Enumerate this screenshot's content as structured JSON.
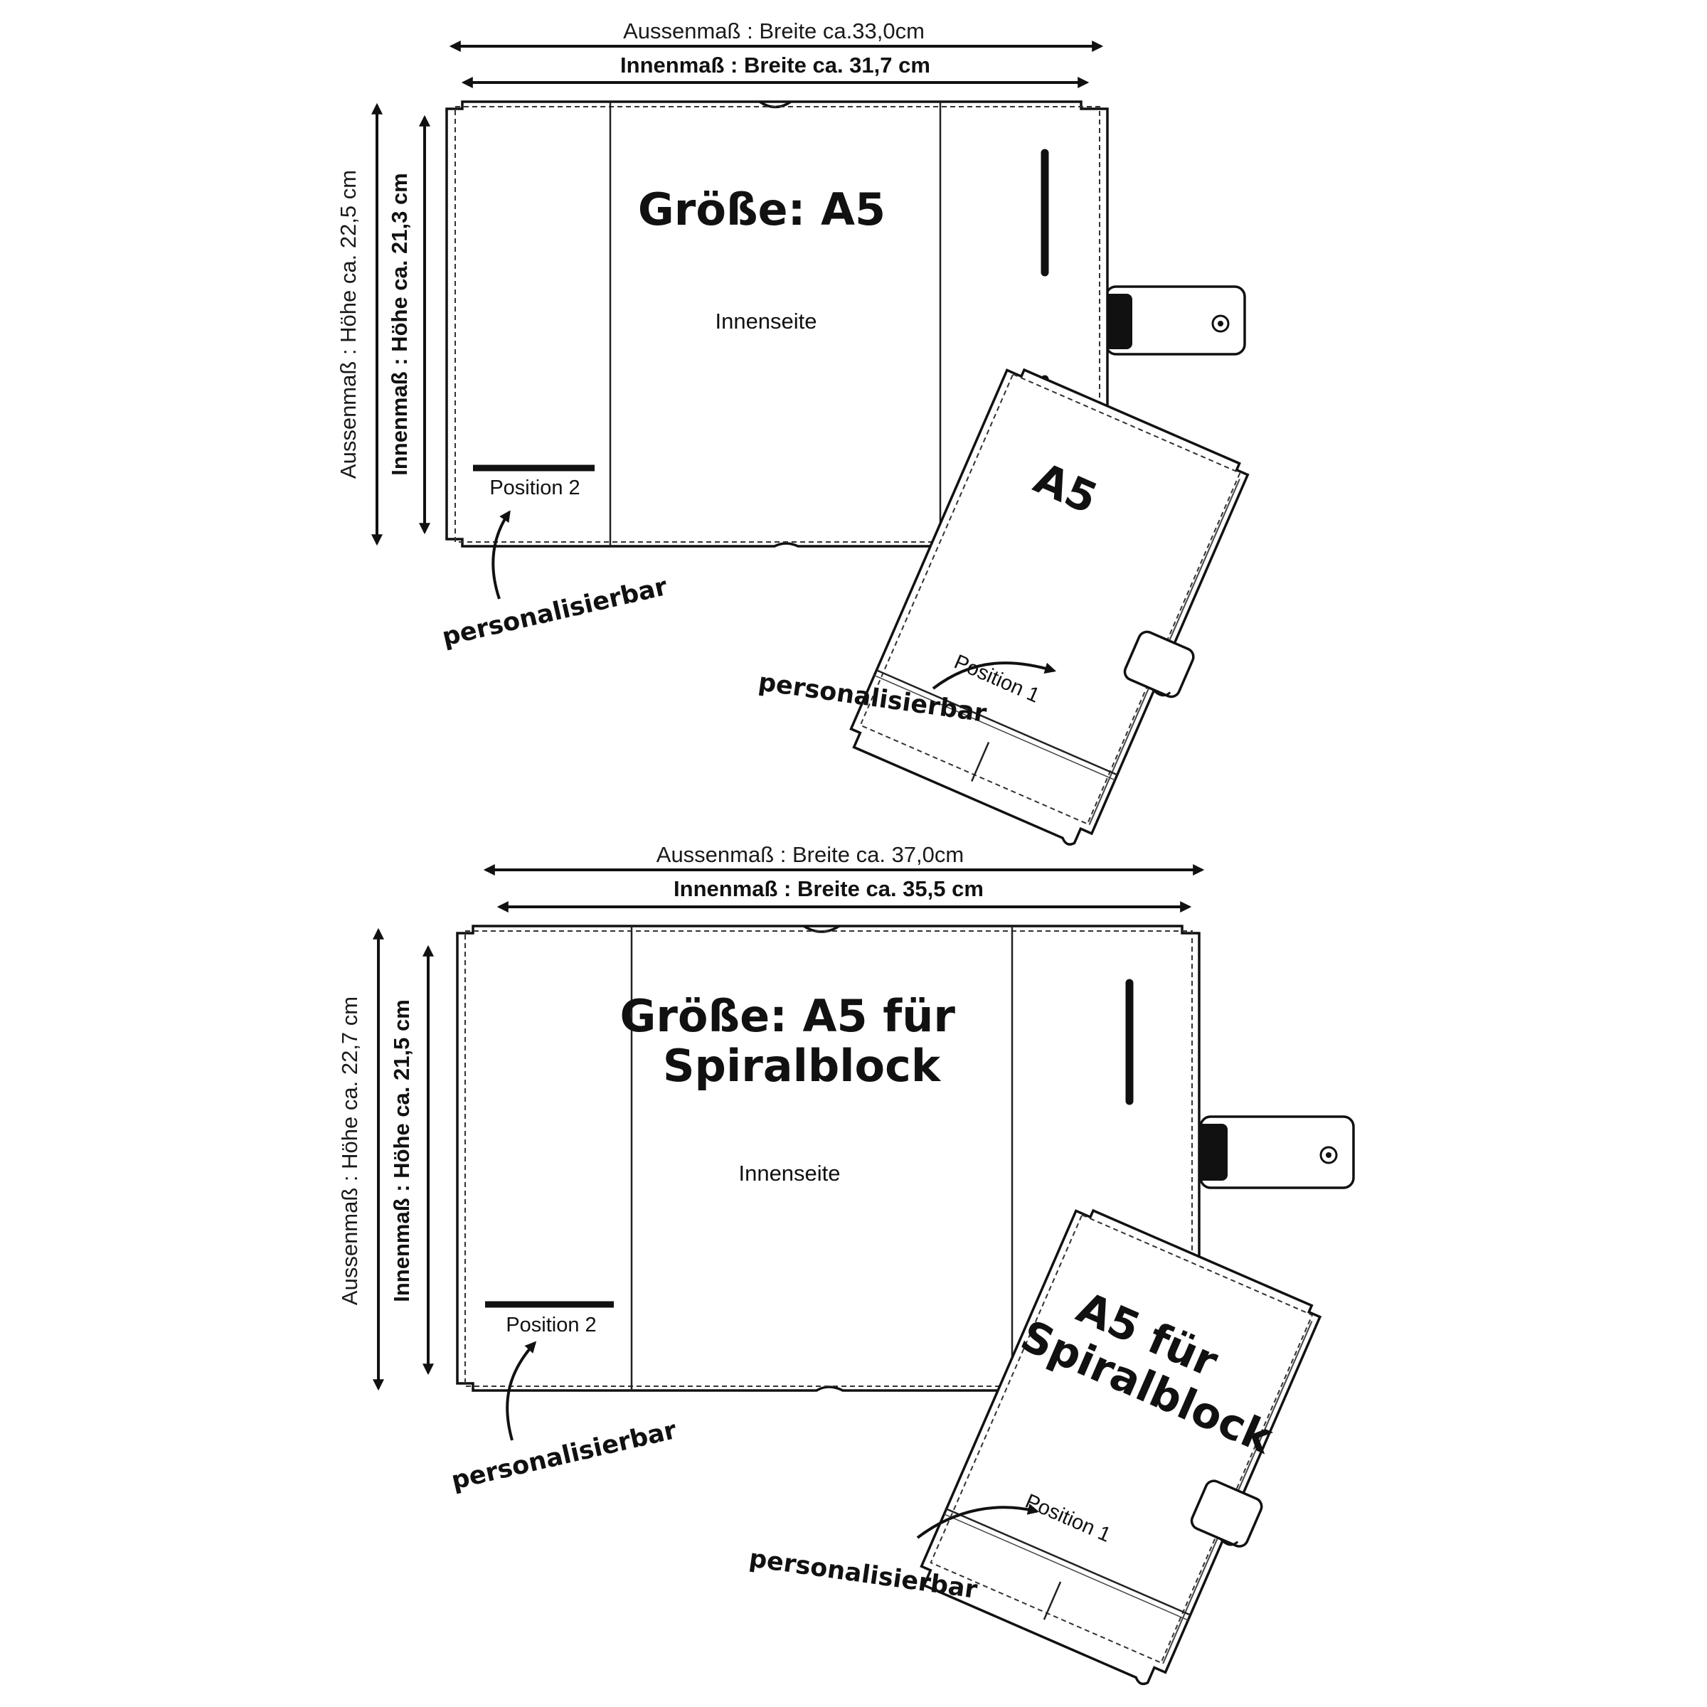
{
  "diagrams": [
    {
      "outer_width": "Aussenmaß : Breite ca.33,0cm",
      "inner_width": "Innenmaß :   Breite  ca. 31,7 cm",
      "outer_height": "Aussenmaß : Höhe ca. 22,5 cm",
      "inner_height": "Innenmaß : Höhe ca. 21,3 cm",
      "size_title": [
        "Größe: A5"
      ],
      "inner_side": "Innenseite",
      "position_2": "Position 2",
      "personalize_left": "personalisierbar",
      "cover_label": [
        "A5"
      ],
      "position_1": "Position 1",
      "personalize_right": "personalisierbar"
    },
    {
      "outer_width": "Aussenmaß : Breite ca. 37,0cm",
      "inner_width": "Innenmaß :   Breite ca. 35,5 cm",
      "outer_height": "Aussenmaß : Höhe ca. 22,7 cm",
      "inner_height": "Innenmaß : Höhe ca. 21,5 cm",
      "size_title": [
        "Größe: A5 für",
        "Spiralblock"
      ],
      "inner_side": "Innenseite",
      "position_2": "Position 2",
      "personalize_left": "personalisierbar",
      "cover_label": [
        "A5 für",
        "Spiralblock"
      ],
      "position_1": "Position 1",
      "personalize_right": "personalisierbar"
    }
  ]
}
